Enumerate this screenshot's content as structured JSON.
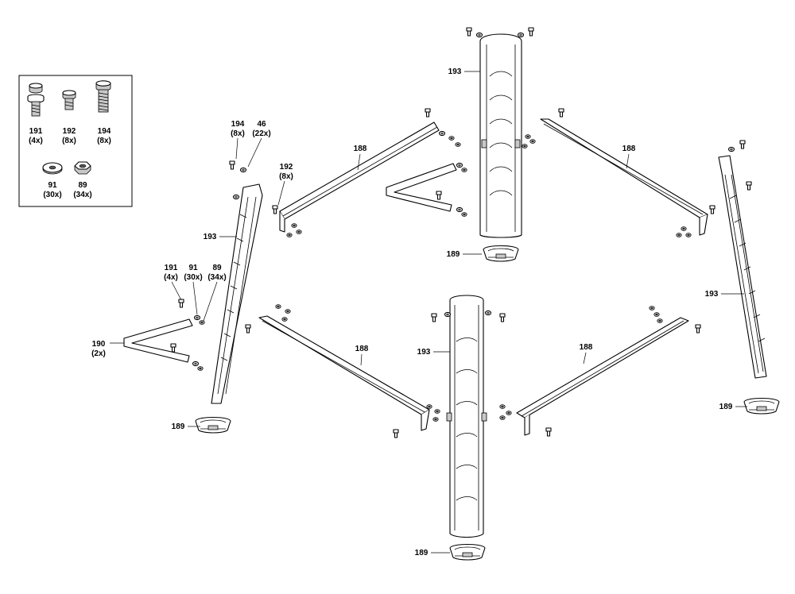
{
  "legend": {
    "items": [
      {
        "number": "191",
        "qty": "(4x)",
        "icon": "bolt-with-washer-icon"
      },
      {
        "number": "192",
        "qty": "(8x)",
        "icon": "short-bolt-icon"
      },
      {
        "number": "194",
        "qty": "(8x)",
        "icon": "long-bolt-icon"
      },
      {
        "number": "91",
        "qty": "(30x)",
        "icon": "washer-icon"
      },
      {
        "number": "89",
        "qty": "(34x)",
        "icon": "hex-nut-icon"
      }
    ]
  },
  "callouts": {
    "c194": {
      "number": "194",
      "qty": "(8x)"
    },
    "c46": {
      "number": "46",
      "qty": "(22x)"
    },
    "c192": {
      "number": "192",
      "qty": "(8x)"
    },
    "c191": {
      "number": "191",
      "qty": "(4x)"
    },
    "c91": {
      "number": "91",
      "qty": "(30x)"
    },
    "c89": {
      "number": "89",
      "qty": "(34x)"
    },
    "c190": {
      "number": "190",
      "qty": "(2x)"
    },
    "leg_top": "193",
    "leg_left": "193",
    "leg_right": "193",
    "leg_center": "193",
    "rail_top_left": "188",
    "rail_top_right": "188",
    "rail_bottom_left": "188",
    "rail_bottom_right": "188",
    "foot_top": "189",
    "foot_left": "189",
    "foot_right": "189",
    "foot_bottom": "189"
  }
}
